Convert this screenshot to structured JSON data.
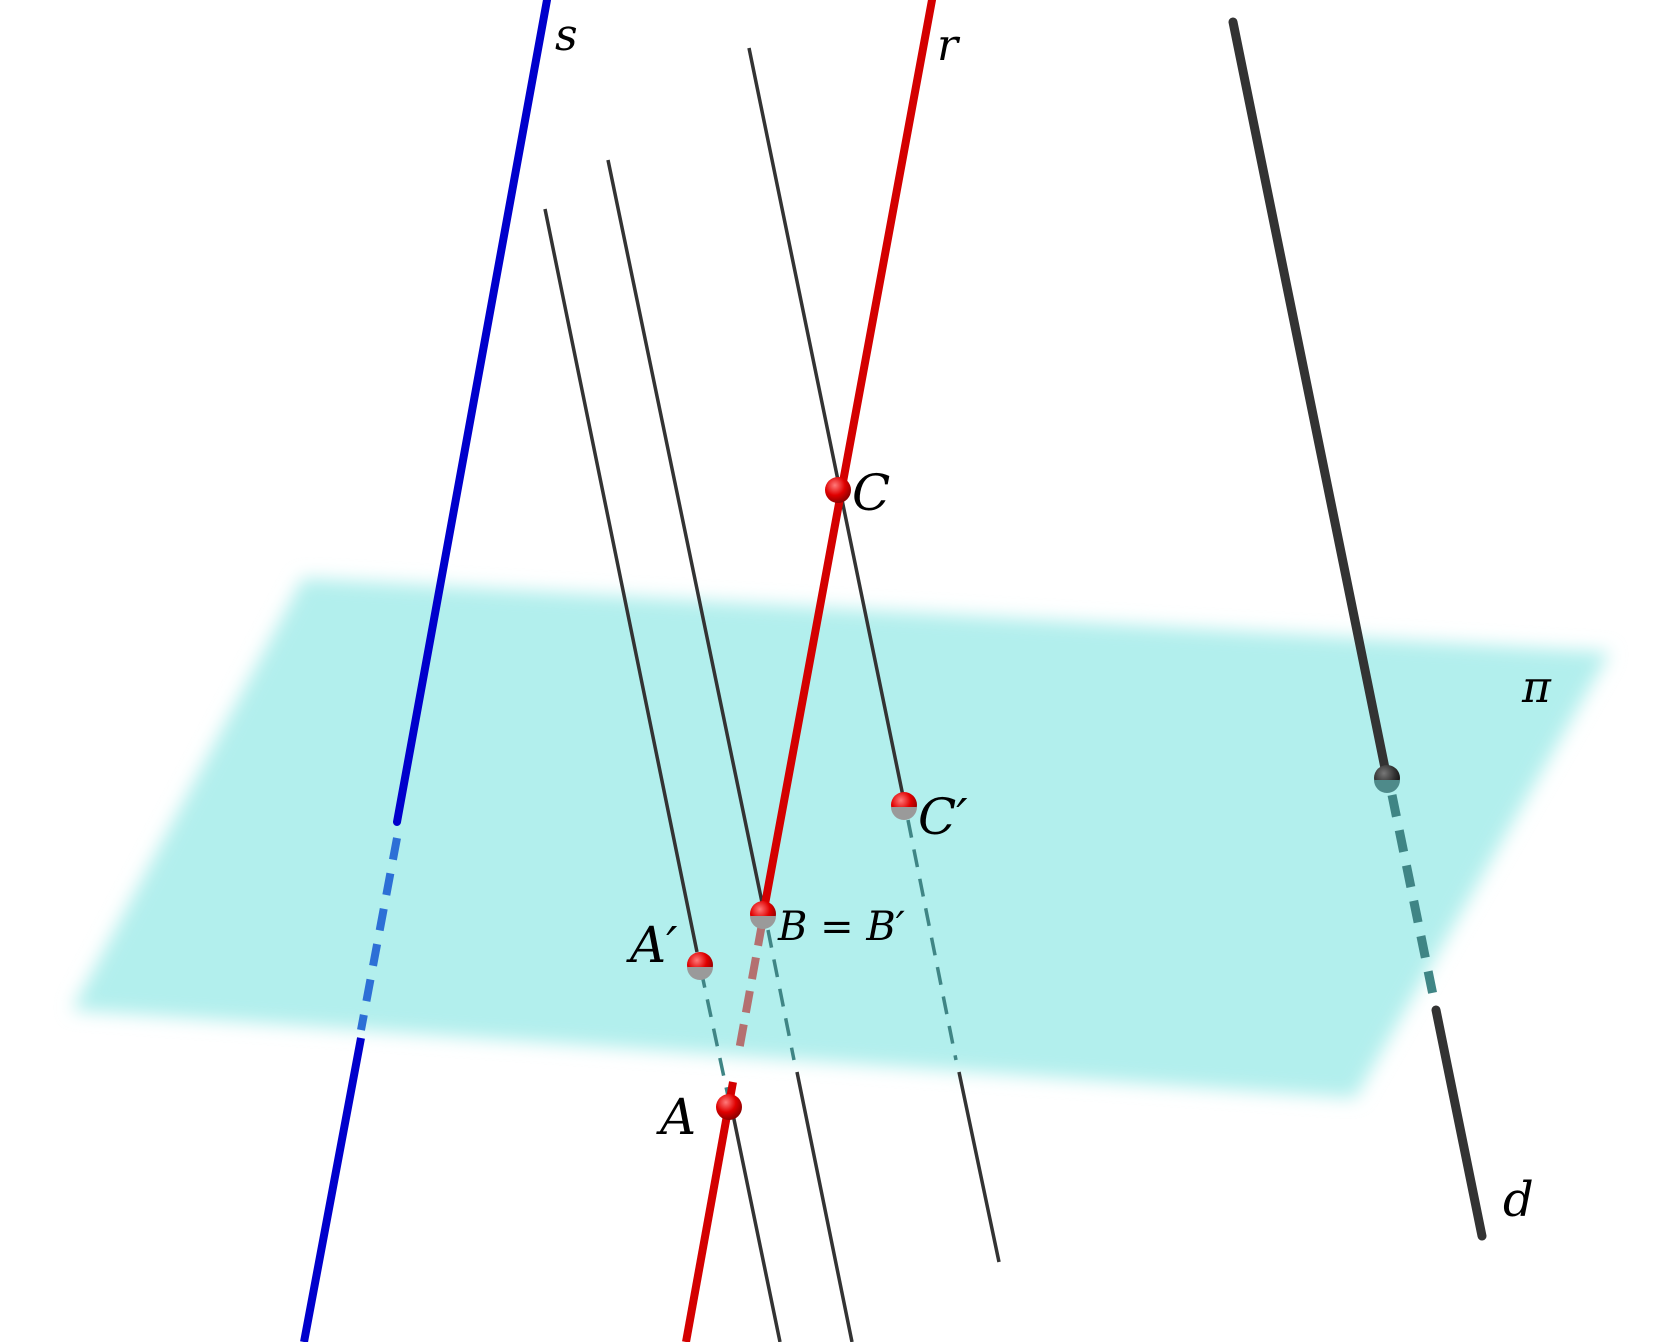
{
  "plane": {
    "label": "π",
    "color": "#b2efed"
  },
  "lines": {
    "s": {
      "label": "s",
      "color": "#0000cc",
      "dashed_color": "#2d6fd6"
    },
    "r": {
      "label": "r",
      "color": "#d40000",
      "dashed_color": "#b47070"
    },
    "d": {
      "label": "d",
      "color": "#333333",
      "dashed_color": "#3f8585"
    }
  },
  "points": {
    "A": {
      "label": "A"
    },
    "A_prime": {
      "label": "A′"
    },
    "B": {
      "label": "B = B′"
    },
    "C": {
      "label": "C"
    },
    "C_prime": {
      "label": "C′"
    }
  },
  "colors": {
    "point": "#e00000",
    "projector": "#333333",
    "projector_hidden": "#3f8585"
  }
}
